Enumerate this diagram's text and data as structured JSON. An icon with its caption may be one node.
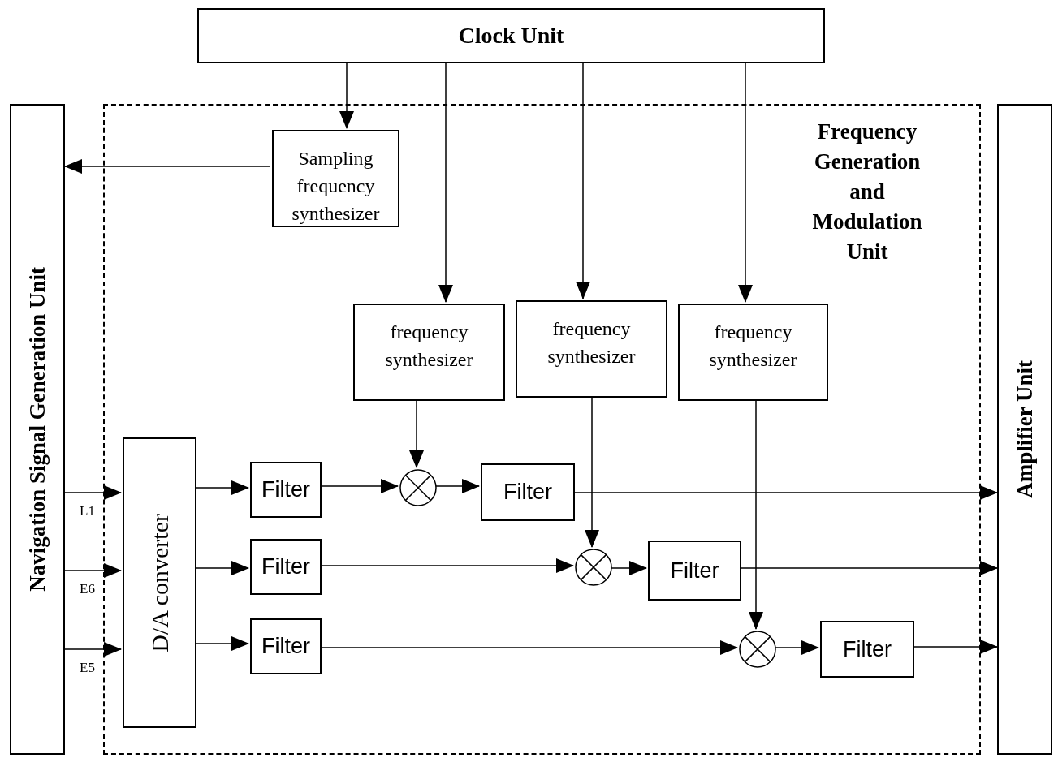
{
  "diagram": {
    "nodes": [
      {
        "text": [
          "Clock Unit"
        ]
      },
      {
        "text": [
          "Navigation Signal Generation Unit"
        ]
      },
      {
        "text": [
          "Frequency Generation and Modulation Unit"
        ]
      },
      {
        "text": [
          "Amplifier Unit"
        ]
      },
      {
        "text": [
          "Sampling frequency synthesizer"
        ],
        "in": 2
      },
      {
        "text": [
          "frequency synthesizer"
        ],
        "in": 2
      },
      {
        "text": [
          "frequency synthesizer"
        ],
        "in": 2
      },
      {
        "text": [
          "frequency synthesizer"
        ],
        "in": 2
      },
      {
        "text": [
          "D/A converter"
        ],
        "in": 2
      },
      {
        "text": [
          "Filter"
        ],
        "in": 2
      },
      {
        "text": [
          "Filter"
        ],
        "in": 2
      },
      {
        "text": [
          "Filter"
        ],
        "in": 2
      },
      {
        "text": [],
        "shape": "circle",
        "in": 2
      },
      {
        "text": [
          "Filter"
        ],
        "in": 2
      },
      {
        "text": [],
        "shape": "circle",
        "in": 2
      },
      {
        "text": [
          "Filter"
        ],
        "in": 2
      },
      {
        "text": [],
        "shape": "circle",
        "in": 2
      },
      {
        "text": [
          "Filter"
        ],
        "in": 2
      }
    ],
    "edges": [
      {
        "from": 0,
        "to": 4,
        "arrow": "to"
      },
      {
        "from": 0,
        "to": 5,
        "arrow": "to"
      },
      {
        "from": 0,
        "to": 6,
        "arrow": "to"
      },
      {
        "from": 0,
        "to": 7,
        "arrow": "to"
      },
      {
        "from": 4,
        "to": 1,
        "arrow": "to"
      },
      {
        "from": 1,
        "to": 8,
        "arrow": "to",
        "label": "L1"
      },
      {
        "from": 1,
        "to": 8,
        "arrow": "to",
        "label": "E6"
      },
      {
        "from": 1,
        "to": 8,
        "arrow": "to",
        "label": "E5"
      },
      {
        "from": 8,
        "to": 9,
        "arrow": "to"
      },
      {
        "from": 8,
        "to": 10,
        "arrow": "to"
      },
      {
        "from": 8,
        "to": 11,
        "arrow": "to"
      },
      {
        "from": 9,
        "to": 12,
        "arrow": "to"
      },
      {
        "from": 12,
        "to": 13,
        "arrow": "to"
      },
      {
        "from": 13,
        "to": 3,
        "arrow": "to"
      },
      {
        "from": 5,
        "to": 12,
        "arrow": "to"
      },
      {
        "from": 6,
        "to": 14,
        "arrow": "to"
      },
      {
        "from": 10,
        "to": 14,
        "arrow": "to"
      },
      {
        "from": 14,
        "to": 15,
        "arrow": "to"
      },
      {
        "from": 15,
        "to": 3,
        "arrow": "to"
      },
      {
        "from": 7,
        "to": 16,
        "arrow": "to"
      },
      {
        "from": 11,
        "to": 16,
        "arrow": "to"
      },
      {
        "from": 16,
        "to": 17,
        "arrow": "to"
      },
      {
        "from": 17,
        "to": 3,
        "arrow": "to"
      }
    ]
  }
}
